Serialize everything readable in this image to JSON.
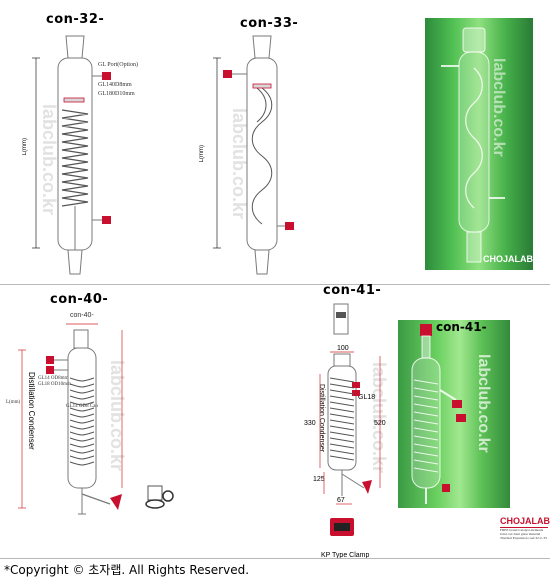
{
  "sections": {
    "con32": {
      "title": "con-32-",
      "port_label": "GL Port(Option)",
      "gl14": "GL140D8mm",
      "gl18": "GL180D10mm",
      "length": "L(mm)",
      "watermark": "labclub.co.kr"
    },
    "con33": {
      "title": "con-33-",
      "length": "L(mm)",
      "watermark": "labclub.co.kr"
    },
    "photo1": {
      "watermark": "labclub.co.kr",
      "brand": "CHOJALAB"
    },
    "con40": {
      "title": "con-40-",
      "top_label": "con-40-",
      "vertical_label": "Distillation Condenser",
      "length": "L(mm)",
      "gl14": "GL14 OD8mm",
      "gl18": "GL18 OD10mm",
      "small_note": "GL14 OD8 Cap",
      "watermark": "labclub.co.kr"
    },
    "con41": {
      "title": "con-41-",
      "dim_100": "100",
      "dim_gl18": "GL18",
      "dim_330": "330",
      "dim_520": "520",
      "dim_125": "125",
      "dim_67": "67",
      "vertical_label": "Distillation Condenser",
      "clamp_label": "KP Type Clamp",
      "watermark": "labclub.co.kr"
    },
    "photo2": {
      "title": "con-41-",
      "watermark": "labclub.co.kr"
    },
    "logo": {
      "brand": "CHOJALAB",
      "line1": "FREE brand Catalyst elements",
      "line2": "Joint rod Joint glass material",
      "line3": "Thermal Expansion coef.32 to 33"
    }
  },
  "footer": {
    "copyright": "*Copyright © 초자랩.    All Rights Reserved."
  },
  "colors": {
    "glass_stroke": "#7a7a7a",
    "dimension_red": "#d2282e",
    "photo_green": "#4fbf52"
  }
}
